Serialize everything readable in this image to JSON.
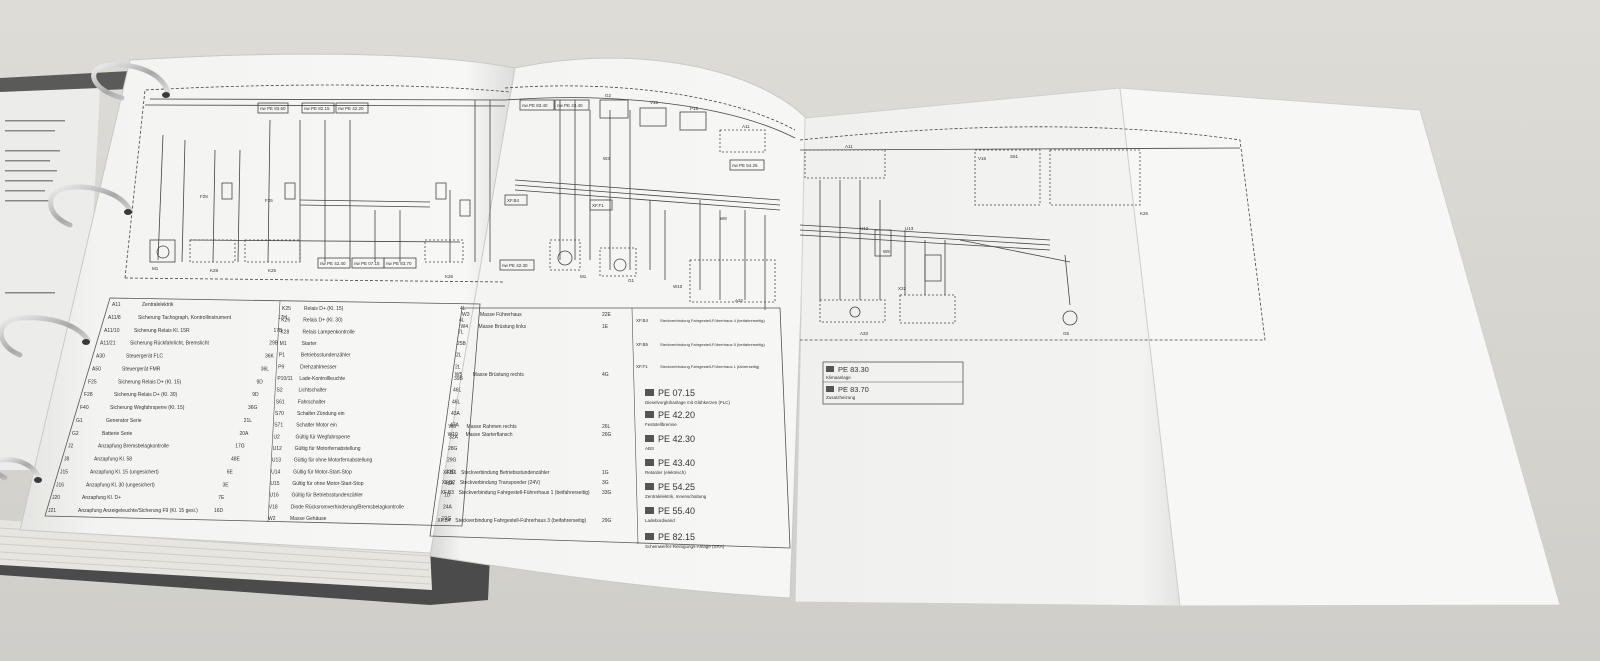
{
  "left_page_legend": [
    {
      "code": "A11",
      "desc": "Zentralelektrik",
      "pos": ""
    },
    {
      "code": "A11/8",
      "desc": "Sicherung Tachograph, Kontrollinstrument",
      "pos": "17H"
    },
    {
      "code": "A11/10",
      "desc": "Sicherung Relais Kl. 15R",
      "pos": "17B"
    },
    {
      "code": "A11/21",
      "desc": "Sicherung Rückfahrlicht, Bremslicht",
      "pos": "29B"
    },
    {
      "code": "A30",
      "desc": "Steuergerät FLC",
      "pos": "36K"
    },
    {
      "code": "A50",
      "desc": "Steuergerät FMR",
      "pos": "36L"
    },
    {
      "code": "F25",
      "desc": "Sicherung Relais D+ (Kl. 15)",
      "pos": "9D"
    },
    {
      "code": "F28",
      "desc": "Sicherung Relais D+ (Kl. 30)",
      "pos": "9D"
    },
    {
      "code": "F40",
      "desc": "Sicherung Wegfahrsperre (Kl. 15)",
      "pos": "36G"
    },
    {
      "code": "G1",
      "desc": "Generator Serie",
      "pos": "21L"
    },
    {
      "code": "G2",
      "desc": "Batterie Serie",
      "pos": "20A"
    },
    {
      "code": "J2",
      "desc": "Anzapfung Bremsbelagkontrolle",
      "pos": "17G"
    },
    {
      "code": "J8",
      "desc": "Anzapfung Kl. 58",
      "pos": "48E"
    },
    {
      "code": "J15",
      "desc": "Anzapfung Kl. 15 (ungesichert)",
      "pos": "6E"
    },
    {
      "code": "J16",
      "desc": "Anzapfung Kl. 30 (ungesichert)",
      "pos": "3E"
    },
    {
      "code": "J20",
      "desc": "Anzapfung Kl. D+",
      "pos": "7E"
    },
    {
      "code": "J21",
      "desc": "Anzapfung Anzeigeleuchte/Sicherung F9 (Kl. 15 gesi.)",
      "pos": "16D"
    }
  ],
  "left_page_legend_2": [
    {
      "code": "K25",
      "desc": "Relais D+ (Kl. 15)",
      "pos": "4L"
    },
    {
      "code": "K26",
      "desc": "Relais D+ (Kl. 30)",
      "pos": "4L"
    },
    {
      "code": "K28",
      "desc": "Relais Lampenkontrolle",
      "pos": "7L"
    },
    {
      "code": "M1",
      "desc": "Starter",
      "pos": "25B"
    },
    {
      "code": "P1",
      "desc": "Betriebsstundenzähler",
      "pos": "2L"
    },
    {
      "code": "P9",
      "desc": "Drehzahlmesser",
      "pos": "2L"
    },
    {
      "code": "P10/11",
      "desc": "Lade-Kontrollleuchte",
      "pos": "39B"
    },
    {
      "code": "S2",
      "desc": "Lichtschalter",
      "pos": "46L"
    },
    {
      "code": "S61",
      "desc": "Fahrschalter",
      "pos": "46L"
    },
    {
      "code": "S70",
      "desc": "Schalter Zündung ein",
      "pos": "43A"
    },
    {
      "code": "S71",
      "desc": "Schalter Motor ein",
      "pos": "47A"
    },
    {
      "code": "U2",
      "desc": "Gültig für Wegfahrsperre",
      "pos": "32A"
    },
    {
      "code": "U12",
      "desc": "Gültig für Motorfernabstellung",
      "pos": "28G"
    },
    {
      "code": "U13",
      "desc": "Gültig für ohne Motorfernabstellung",
      "pos": "29G"
    },
    {
      "code": "U14",
      "desc": "Gültig für Motor-Start-Stop",
      "pos": "31D"
    },
    {
      "code": "U15",
      "desc": "Gültig für ohne Motor-Start-Stop",
      "pos": "45A"
    },
    {
      "code": "U16",
      "desc": "Gültig für Betriebsstundenzähler",
      "pos": "1D"
    },
    {
      "code": "V18",
      "desc": "Diode Rücksromverhinderung/Bremsbelagkontrolle",
      "pos": "24A"
    },
    {
      "code": "W2",
      "desc": "Masse Gehäuse",
      "pos": "21G"
    }
  ],
  "right_page_legend": [
    {
      "code": "W3",
      "desc": "Masse Führerhaus",
      "pos": "22E"
    },
    {
      "code": "W4",
      "desc": "Masse Brüstung links",
      "pos": "1E"
    },
    {
      "code": "W5",
      "desc": "Masse Brüstung rechts",
      "pos": "4G"
    },
    {
      "code": "W8",
      "desc": "Masse Rahmen rechts",
      "pos": "26L"
    },
    {
      "code": "W10",
      "desc": "Masse Starterflansch",
      "pos": "26G"
    },
    {
      "code": "XF.B1",
      "desc": "Steckverbindung Betriebsstundenzähler",
      "pos": "1G"
    },
    {
      "code": "XF.B2",
      "desc": "Steckverbindung Transponder (24V)",
      "pos": "3G"
    },
    {
      "code": "XF.B3",
      "desc": "Steckverbindung Fahrgestell-Führerhaus 1 (beifahrerseitig)",
      "pos": "33G"
    },
    {
      "code": "XF.B4",
      "desc": "Steckverbindung Fahrgestell-Führerhaus 3 (beifahrerseitig)",
      "pos": "29G"
    }
  ],
  "right_page_legend_3": [
    {
      "code": "XF.B4",
      "desc": "Steckverbindung Fahrgestell-Führerhaus 4 (beifahrerseitig)"
    },
    {
      "code": "XF.B5",
      "desc": "Steckverbindung Fahrgestell-Führerhaus 5 (beifahrerseitig)"
    },
    {
      "code": "XF.F1",
      "desc": "Steckverbindung Fahrgestell-Führerhaus 1 (fahrerseitig)"
    }
  ],
  "pe_refs": [
    {
      "ref": "PE 07.15",
      "desc": "Dieselvorglühanlage mit Glühkerzen (FLC)"
    },
    {
      "ref": "PE 42.20",
      "desc": "Feststellbremse"
    },
    {
      "ref": "PE 42.30",
      "desc": "ABS"
    },
    {
      "ref": "PE 43.40",
      "desc": "Retarder (elektrisch)"
    },
    {
      "ref": "PE 54.25",
      "desc": "Zentralelektrik, Innenschaltung"
    },
    {
      "ref": "PE 55.40",
      "desc": "Ladebordwand"
    },
    {
      "ref": "PE 82.15",
      "desc": "Scheinwerfer-Reinigungs-Anlage (SRA)"
    }
  ],
  "fold_pe_refs": [
    {
      "ref": "PE 83.30",
      "desc": "Klimaanlage"
    },
    {
      "ref": "PE 83.70",
      "desc": "Zusatzheizung"
    }
  ],
  "diagram_labels": {
    "left": [
      "nw PE 83.60",
      "nw PE 82.15",
      "nw PE 42.20",
      "K26",
      "K25",
      "K28",
      "F28",
      "F25",
      "M1",
      "nw PE 42.40",
      "nw PE 07.15",
      "nw PE 83.70"
    ],
    "right": [
      "nw PE 83.40",
      "nw PE 43.40",
      "G2",
      "V15",
      "P15",
      "A11",
      "nw PE 54.25",
      "XF.B4",
      "XF.F1",
      "W3",
      "W8",
      "W10",
      "M1",
      "G1",
      "A32",
      "nw PE 42.30"
    ],
    "fold": [
      "A11",
      "U12",
      "U13",
      "W9",
      "A33",
      "X22",
      "G5",
      "V16",
      "S61",
      "K26"
    ]
  },
  "colors": {
    "page": "#f6f6f4",
    "ink": "#3a3a3a",
    "background": "#d9d8d3",
    "binder": "#4a4b4a"
  }
}
